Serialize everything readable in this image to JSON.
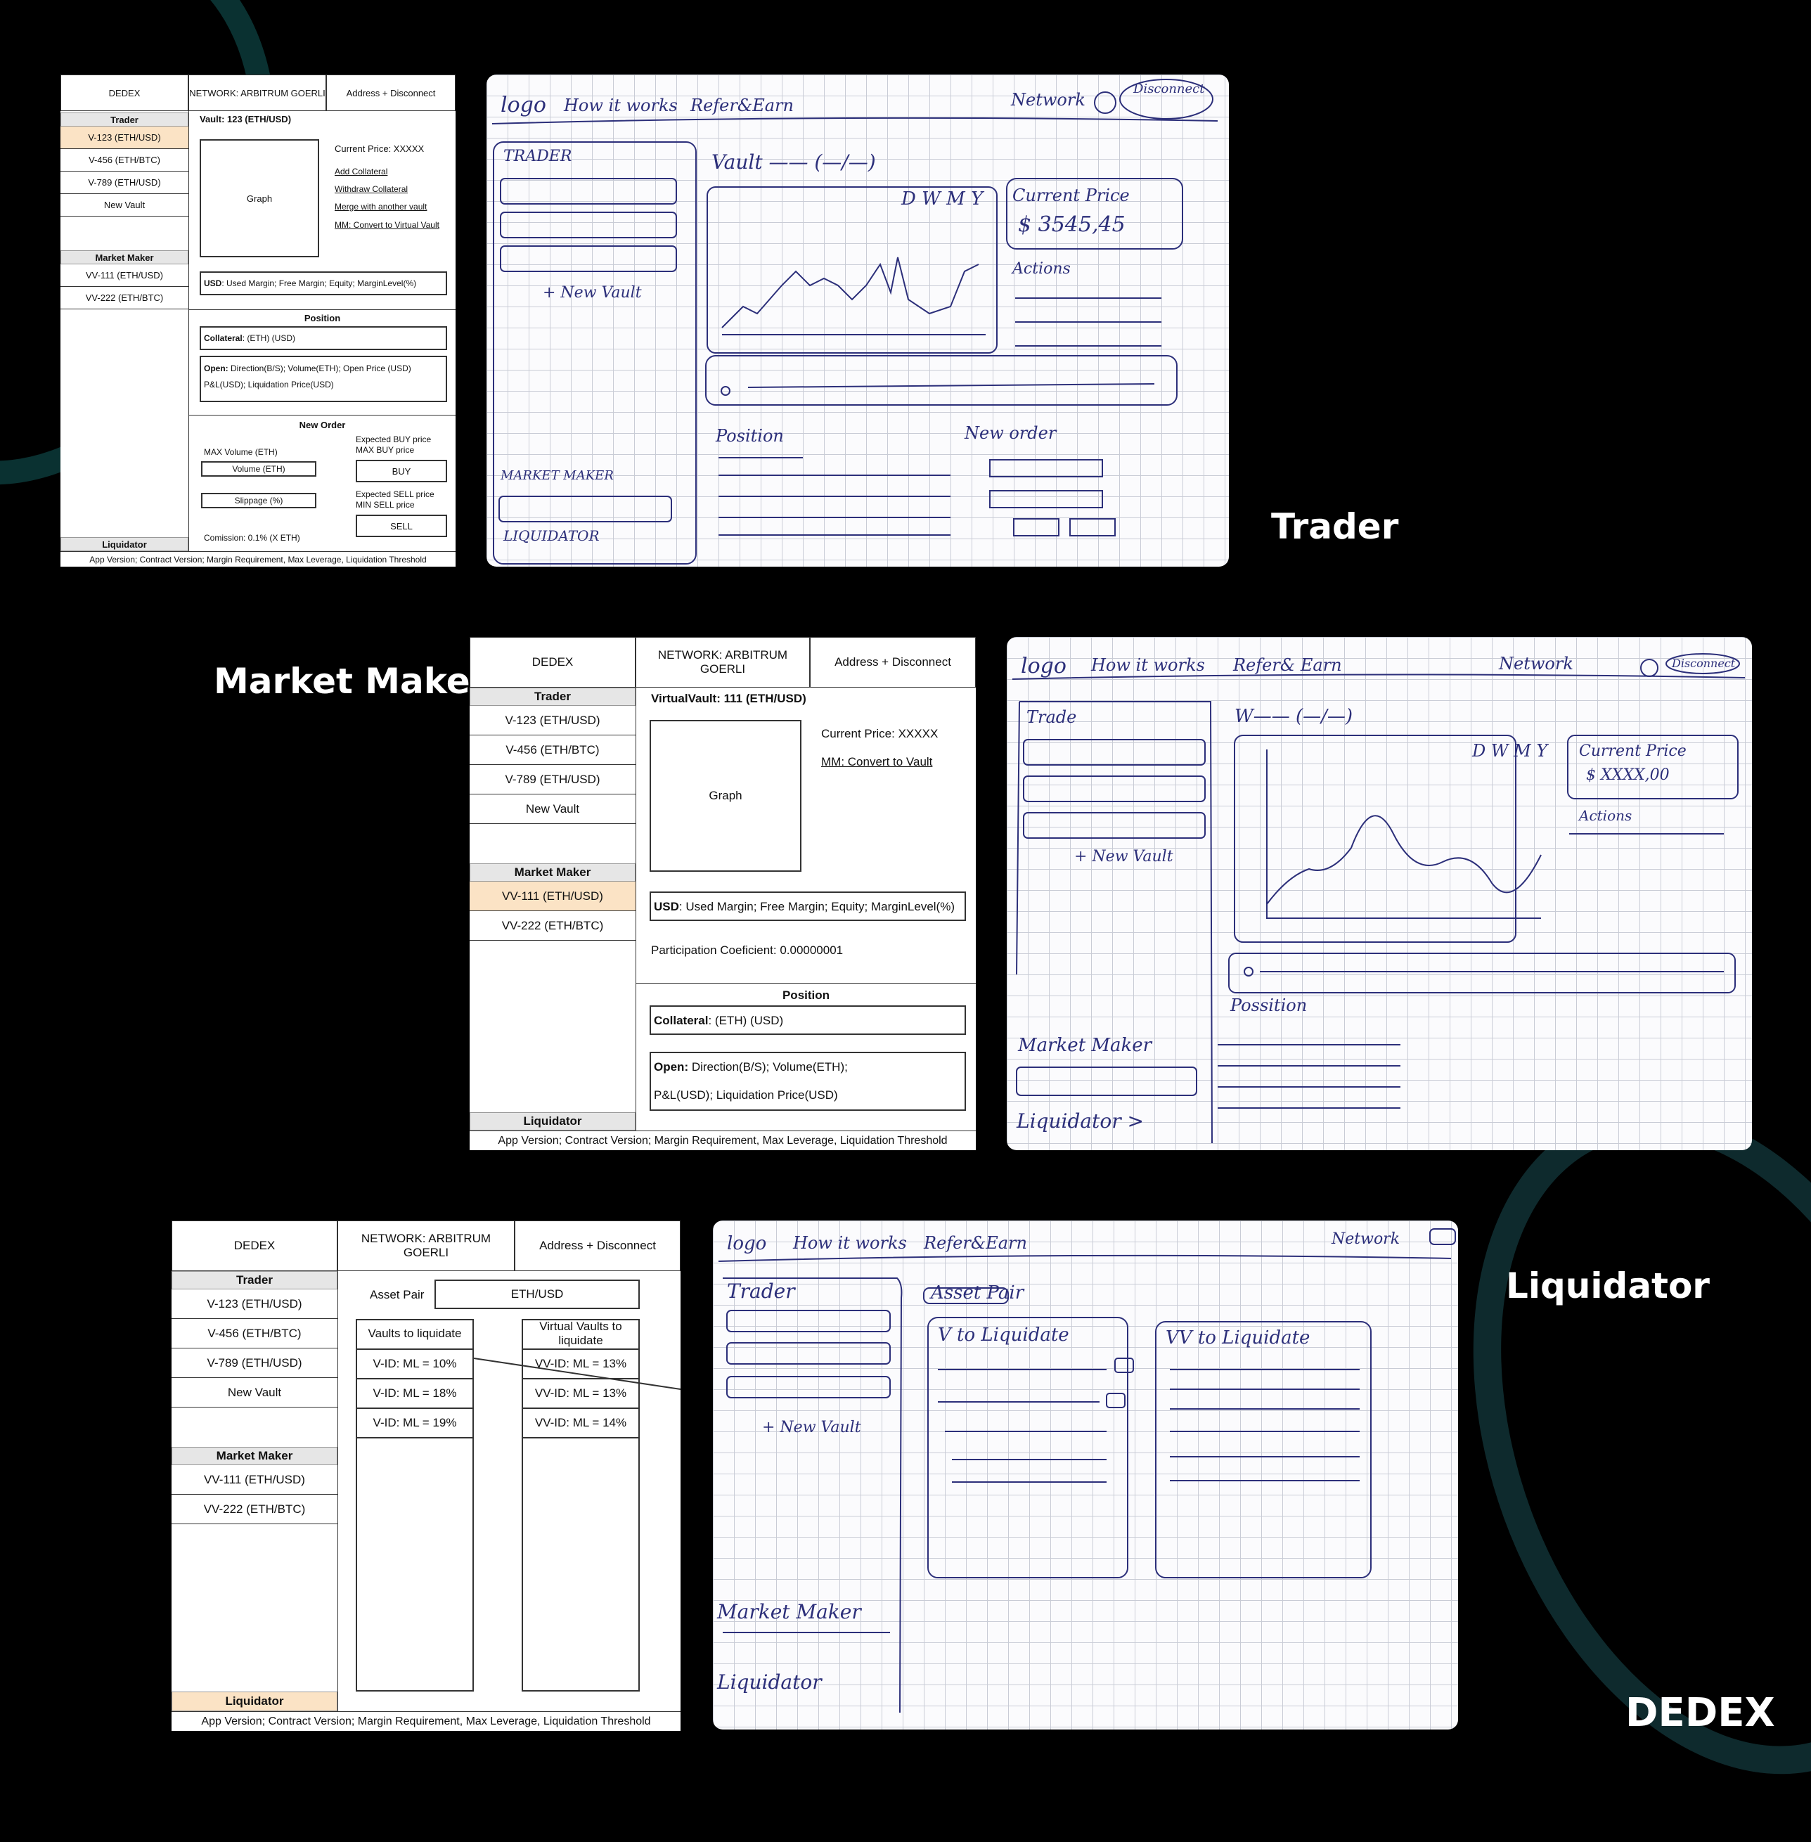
{
  "labels": {
    "trader": "Trader",
    "market_maker": "Market Maker",
    "liquidator": "Liquidator",
    "brand": "DEDEX"
  },
  "common": {
    "app": "DEDEX",
    "network": "NETWORK: ARBITRUM GOERLI",
    "address": "Address + Disconnect",
    "sec_trader": "Trader",
    "sec_mm": "Market Maker",
    "sec_liq": "Liquidator",
    "v1": "V-123 (ETH/USD)",
    "v2": "V-456 (ETH/BTC)",
    "v3": "V-789 (ETH/USD)",
    "new_vault": "New Vault",
    "vv1": "VV-111 (ETH/USD)",
    "vv2": "VV-222 (ETH/BTC)",
    "footer": "App Version; Contract Version; Margin Requirement, Max Leverage, Liquidation Threshold",
    "graph": "Graph",
    "usd_bold": "USD",
    "usd_rest": ": Used Margin; Free Margin; Equity; MarginLevel(%)",
    "position": "Position",
    "coll_bold": "Collateral",
    "coll_rest": ": (ETH) (USD)",
    "open_bold": "Open:",
    "open_rest": " Direction(B/S); Volume(ETH);",
    "open_rest_trader": " Direction(B/S); Volume(ETH);  Open Price (USD)",
    "pnl": "P&L(USD); Liquidation Price(USD)",
    "current_price": "Current Price: XXXXX"
  },
  "trader": {
    "vault": "Vault: 123 (ETH/USD)",
    "add_collateral": "Add Collateral",
    "withdraw_collateral": "Withdraw Collateral",
    "merge": "Merge with another vault",
    "convert": "MM: Convert to Virtual Vault",
    "new_order": "New Order",
    "max_volume": "MAX Volume (ETH)",
    "volume_input": "Volume (ETH)",
    "slippage_input": "Slippage (%)",
    "exp_buy": "Expected BUY price",
    "max_buy": "MAX BUY price",
    "buy": "BUY",
    "exp_sell": "Expected SELL price",
    "min_sell": "MIN SELL price",
    "sell": "SELL",
    "commission": "Comission: 0.1% (X ETH)"
  },
  "mm": {
    "vault": "VirtualVault: 111 (ETH/USD)",
    "convert": "MM: Convert to Vault",
    "participation": "Participation Coeficient: 0.00000001"
  },
  "liq": {
    "asset_pair_label": "Asset Pair",
    "asset_pair_value": "ETH/USD",
    "vaults_header": "Vaults to liquidate",
    "vv_header": "Virtual Vaults to liquidate",
    "vaults": [
      "V-ID: ML = 10%",
      "V-ID: ML = 18%",
      "V-ID: ML = 19%"
    ],
    "vvaults": [
      "VV-ID: ML = 13%",
      "VV-ID: ML = 13%",
      "VV-ID: ML = 14%"
    ]
  },
  "sketch_trader": {
    "logo": "logo",
    "how": "How it works",
    "refer": "Refer&Earn",
    "network": "Network",
    "disconnect": "Disconnect",
    "trader": "TRADER",
    "vault": "Vault —— (—/—)",
    "dwmy": "D W M Y",
    "current_price": "Current Price",
    "price": "$ 3545,45",
    "actions": "Actions",
    "new_vault": "+ New Vault",
    "position": "Position",
    "new_order": "New order",
    "market_maker": "MARKET MAKER",
    "liquidator": "LIQUIDATOR"
  },
  "sketch_mm": {
    "logo": "logo",
    "how": "How it works",
    "refer": "Refer& Earn",
    "network": "Network",
    "disconnect": "Disconnect",
    "trade": "Trade",
    "vault": "W——  (—/—)",
    "dwmy": "D W M Y",
    "current_price": "Current Price",
    "price": "$ XXXX,00",
    "actions": "Actions",
    "new_vault": "+ New Vault",
    "position": "Possition",
    "market_maker": "Market Maker",
    "liquidator": "Liquidator >"
  },
  "sketch_liq": {
    "logo": "logo",
    "how": "How it works",
    "refer": "Refer&Earn",
    "network": "Network",
    "trader": "Trader",
    "asset_pair": "Asset Pair",
    "v_to_liq": "V to Liquidate",
    "vv_to_liq": "VV to Liquidate",
    "new_vault": "+ New Vault",
    "market_maker": "Market Maker",
    "liquidator": "Liquidator"
  }
}
